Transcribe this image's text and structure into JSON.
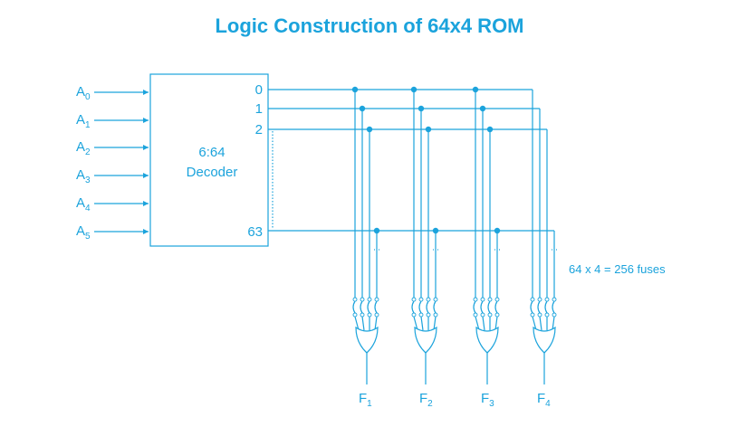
{
  "title": "Logic Construction of 64x4 ROM",
  "decoder": {
    "label_line1": "6:64",
    "label_line2": "Decoder"
  },
  "inputs": [
    {
      "base": "A",
      "sub": "0"
    },
    {
      "base": "A",
      "sub": "1"
    },
    {
      "base": "A",
      "sub": "2"
    },
    {
      "base": "A",
      "sub": "3"
    },
    {
      "base": "A",
      "sub": "4"
    },
    {
      "base": "A",
      "sub": "5"
    }
  ],
  "decoder_outputs": [
    "0",
    "1",
    "2",
    "63"
  ],
  "outputs": [
    {
      "base": "F",
      "sub": "1"
    },
    {
      "base": "F",
      "sub": "2"
    },
    {
      "base": "F",
      "sub": "3"
    },
    {
      "base": "F",
      "sub": "4"
    }
  ],
  "fuses_note": "64 x 4 = 256 fuses",
  "colors": {
    "accent": "#1ba3dc",
    "background": "#ffffff"
  }
}
